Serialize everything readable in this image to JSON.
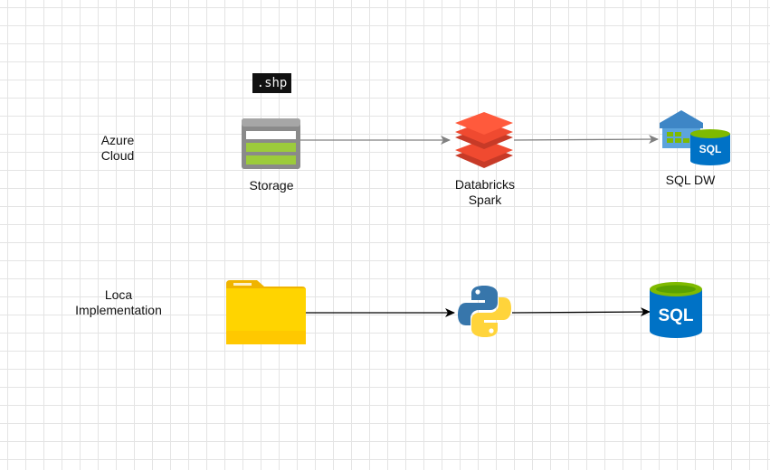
{
  "rows": [
    {
      "label_lines": [
        "Azure",
        "Cloud"
      ]
    },
    {
      "label_lines": [
        "Loca",
        "Implementation"
      ]
    }
  ],
  "azure": {
    "file_badge": ".shp",
    "storage_label": "Storage",
    "databricks_label_lines": [
      "Databricks",
      "Spark"
    ],
    "dw_label": "SQL DW",
    "dw_icon_text": "SQL"
  },
  "local": {
    "sql_icon_text": "SQL"
  },
  "colors": {
    "grid": "#e4e4e4",
    "azure_arrow": "#808080",
    "local_arrow": "#000000",
    "storage_gray": "#8a8a8a",
    "storage_green": "#9ccb3b",
    "databricks_red": "#e8442e",
    "folder_yellow": "#ffd400",
    "python_blue": "#3776ab",
    "python_yellow": "#ffd43b",
    "sql_blue": "#0072c6",
    "sql_green": "#7fba00"
  },
  "icons": [
    "storage-icon",
    "databricks-icon",
    "sql-dw-icon",
    "folder-icon",
    "python-icon",
    "sql-database-icon"
  ]
}
